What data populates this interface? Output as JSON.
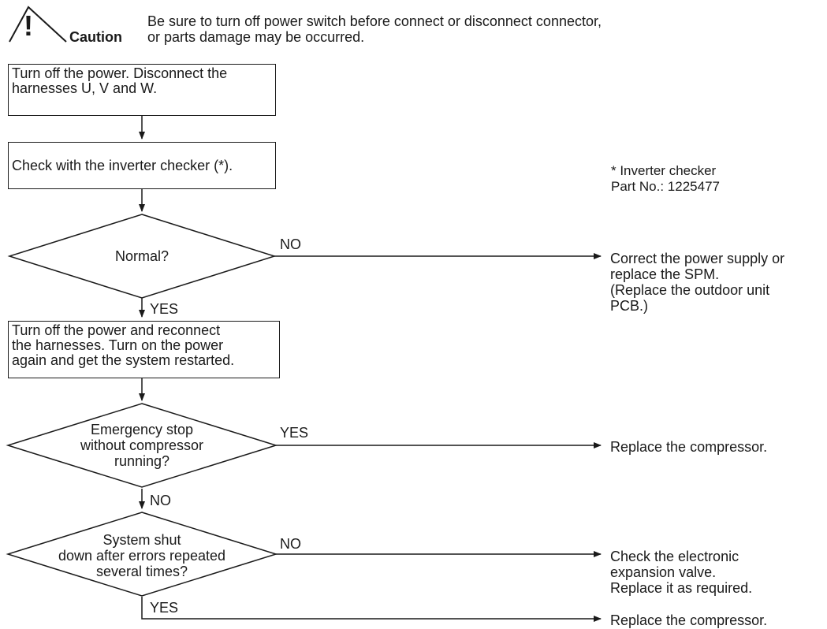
{
  "caution": {
    "label": "Caution",
    "message": "Be sure to turn off power switch before connect or disconnect connector,\nor parts damage may be occurred."
  },
  "steps": {
    "step1": "Turn off the power. Disconnect the\nharnesses U, V and  W.",
    "step2": "Check with the inverter checker (*).",
    "step3": "Turn off the power and reconnect\nthe harnesses. Turn on the power\nagain and get the system restarted."
  },
  "decisions": {
    "normal": "Normal?",
    "emergency": "Emergency stop\nwithout compressor\nrunning?",
    "shutdown": "System shut\ndown after errors repeated\nseveral times?"
  },
  "branch_labels": {
    "normal_no": "NO",
    "normal_yes": "YES",
    "emergency_yes": "YES",
    "emergency_no": "NO",
    "shutdown_no": "NO",
    "shutdown_yes": "YES"
  },
  "results": {
    "power_supply": "Correct the power supply or\nreplace the SPM.\n(Replace the outdoor unit\nPCB.)",
    "replace_compressor_1": "Replace the compressor.",
    "expansion_valve": "Check the electronic\nexpansion valve.\nReplace it as required.",
    "replace_compressor_2": "Replace the compressor."
  },
  "note": {
    "text": "* Inverter checker\n  Part No.: 1225477"
  }
}
